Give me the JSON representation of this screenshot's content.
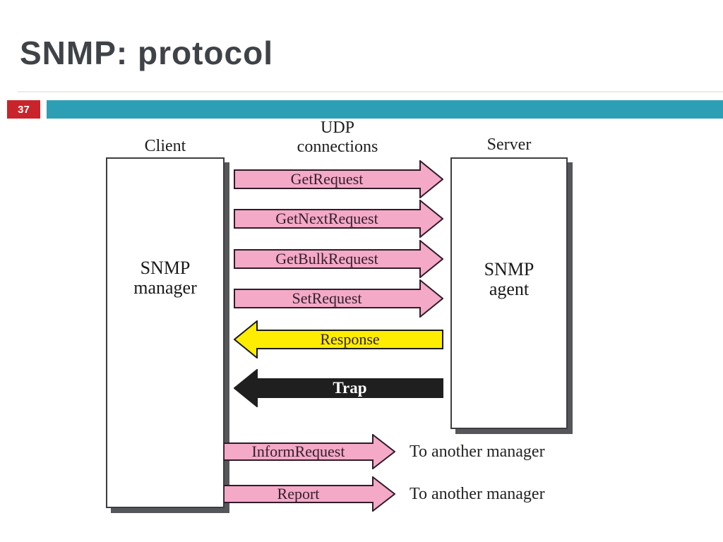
{
  "slide": {
    "title": "SNMP: protocol",
    "page_number": "37"
  },
  "colors": {
    "accent_red": "#C9242B",
    "accent_teal": "#2D9FB5",
    "arrow_pink": "#F4A9C7",
    "arrow_pink_border": "#301B29",
    "arrow_yellow": "#FFED00",
    "arrow_black": "#1F1F1F",
    "title_gray": "#3F4347",
    "box_shadow_gray": "#56575B"
  },
  "diagram": {
    "client_label": "Client",
    "server_label": "Server",
    "udp_label": {
      "line1": "UDP",
      "line2": "connections"
    },
    "manager_box": {
      "line1": "SNMP",
      "line2": "manager"
    },
    "agent_box": {
      "line1": "SNMP",
      "line2": "agent"
    },
    "request_arrows": [
      "GetRequest",
      "GetNextRequest",
      "GetBulkRequest",
      "SetRequest"
    ],
    "response_arrow": "Response",
    "trap_arrow": "Trap",
    "inform_arrow": {
      "label": "InformRequest",
      "destination": "To another manager"
    },
    "report_arrow": {
      "label": "Report",
      "destination": "To another manager"
    }
  }
}
